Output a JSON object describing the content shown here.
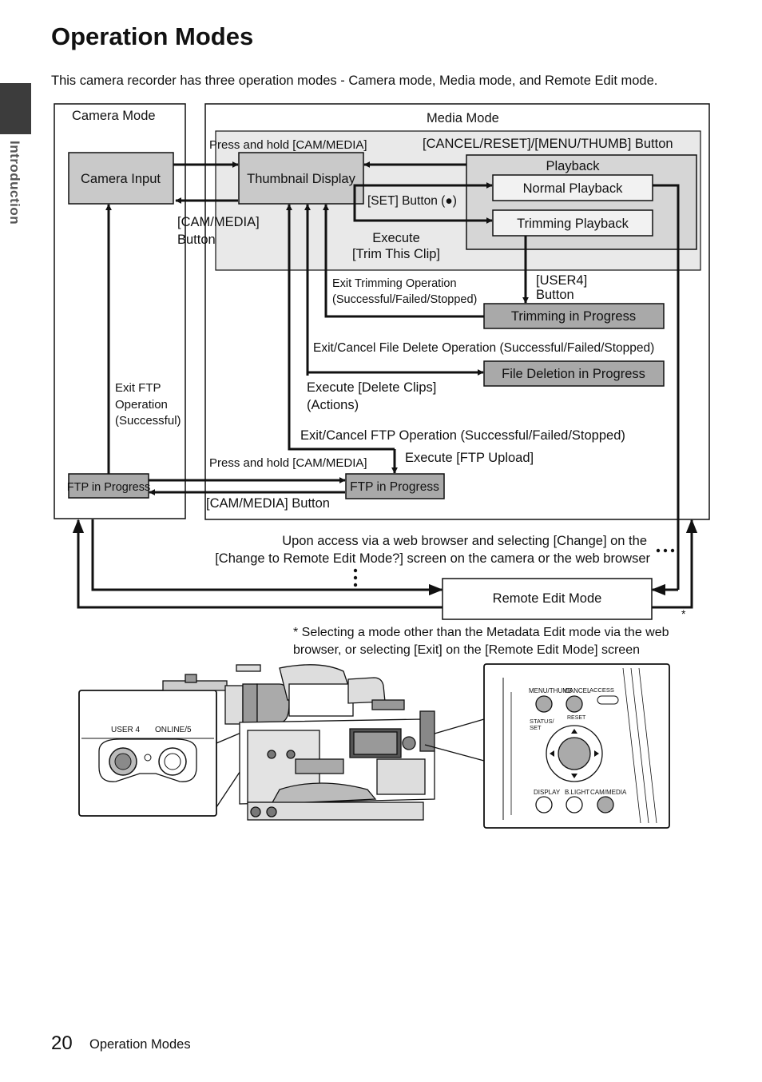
{
  "page": {
    "title": "Operation Modes",
    "intro": "This camera recorder has three operation modes - Camera mode, Media mode, and Remote Edit mode.",
    "side_tab_label": "Introduction",
    "page_number": "20",
    "footer_title": "Operation Modes"
  },
  "diagram": {
    "camera_mode_label": "Camera Mode",
    "media_mode_label": "Media Mode",
    "camera_input": "Camera Input",
    "thumbnail_display": "Thumbnail Display",
    "playback_label": "Playback",
    "normal_playback": "Normal Playback",
    "trimming_playback": "Trimming Playback",
    "press_hold_top": "Press and hold [CAM/MEDIA]",
    "cancel_reset": "[CANCEL/RESET]/[MENU/THUMB] Button",
    "set_button": "[SET] Button (●)",
    "cam_media_button_line1": "[CAM/MEDIA]",
    "cam_media_button_line2": "Button",
    "execute_trim_line1": "Execute",
    "execute_trim_line2": "[Trim This Clip]",
    "exit_trimming_line1": "Exit Trimming Operation",
    "exit_trimming_line2": "(Successful/Failed/Stopped)",
    "user4_line1": "[USER4]",
    "user4_line2": "Button",
    "trimming_in_progress": "Trimming in Progress",
    "exit_cancel_delete": "Exit/Cancel File Delete Operation (Successful/Failed/Stopped)",
    "file_deletion_in_progress": "File Deletion in Progress",
    "execute_delete_line1": "Execute [Delete Clips]",
    "execute_delete_line2": "(Actions)",
    "exit_ftp_line1": "Exit FTP",
    "exit_ftp_line2": "Operation",
    "exit_ftp_line3": "(Successful)",
    "exit_cancel_ftp": "Exit/Cancel FTP Operation (Successful/Failed/Stopped)",
    "press_hold_bottom": "Press and hold [CAM/MEDIA]",
    "execute_ftp_upload": "Execute [FTP Upload]",
    "ftp_in_progress_camera": "FTP in Progress",
    "ftp_in_progress_media": "FTP in Progress",
    "cam_media_button_bottom": "[CAM/MEDIA] Button",
    "upon_access_line1": "Upon access via a web browser and selecting [Change] on the",
    "upon_access_line2": "[Change to Remote Edit Mode?] screen on the camera or the web browser",
    "remote_edit_mode": "Remote Edit Mode",
    "asterisk": "*"
  },
  "footnote": "* Selecting a mode other than the Metadata Edit mode via the web browser, or selecting [Exit] on the [Remote Edit Mode] screen",
  "camera_illustration": {
    "left_panel": {
      "user4": "USER 4",
      "online5": "ONLINE/5"
    },
    "right_panel": {
      "menu_thumb": "MENU/THUMB",
      "cancel": "CANCEL",
      "access": "ACCESS",
      "reset": "RESET",
      "status_set_line1": "STATUS/",
      "status_set_line2": "SET",
      "display": "DISPLAY",
      "b_light": "B.LIGHT",
      "cam_media": "CAM/MEDIA"
    }
  }
}
